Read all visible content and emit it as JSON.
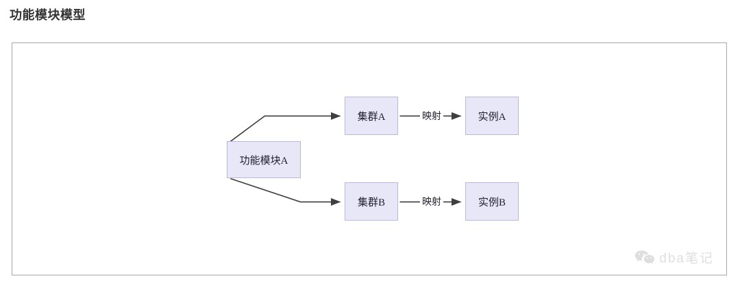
{
  "page_title": "功能模块模型",
  "diagram": {
    "nodes": [
      {
        "id": "module",
        "label": "功能模块A"
      },
      {
        "id": "clusterA",
        "label": "集群A"
      },
      {
        "id": "instanceA",
        "label": "实例A"
      },
      {
        "id": "clusterB",
        "label": "集群B"
      },
      {
        "id": "instanceB",
        "label": "实例B"
      }
    ],
    "edges": [
      {
        "from": "module",
        "to": "clusterA",
        "label": ""
      },
      {
        "from": "module",
        "to": "clusterB",
        "label": ""
      },
      {
        "from": "clusterA",
        "to": "instanceA",
        "label": "映射"
      },
      {
        "from": "clusterB",
        "to": "instanceB",
        "label": "映射"
      }
    ],
    "colors": {
      "node_fill": "#e7e7f7",
      "node_border": "#b8b8da",
      "frame_border": "#a6a6a6",
      "edge_stroke": "#3f3f3f",
      "text": "#1f1f2e"
    }
  },
  "watermark": {
    "icon": "wechat-icon",
    "text": "dba笔记"
  }
}
